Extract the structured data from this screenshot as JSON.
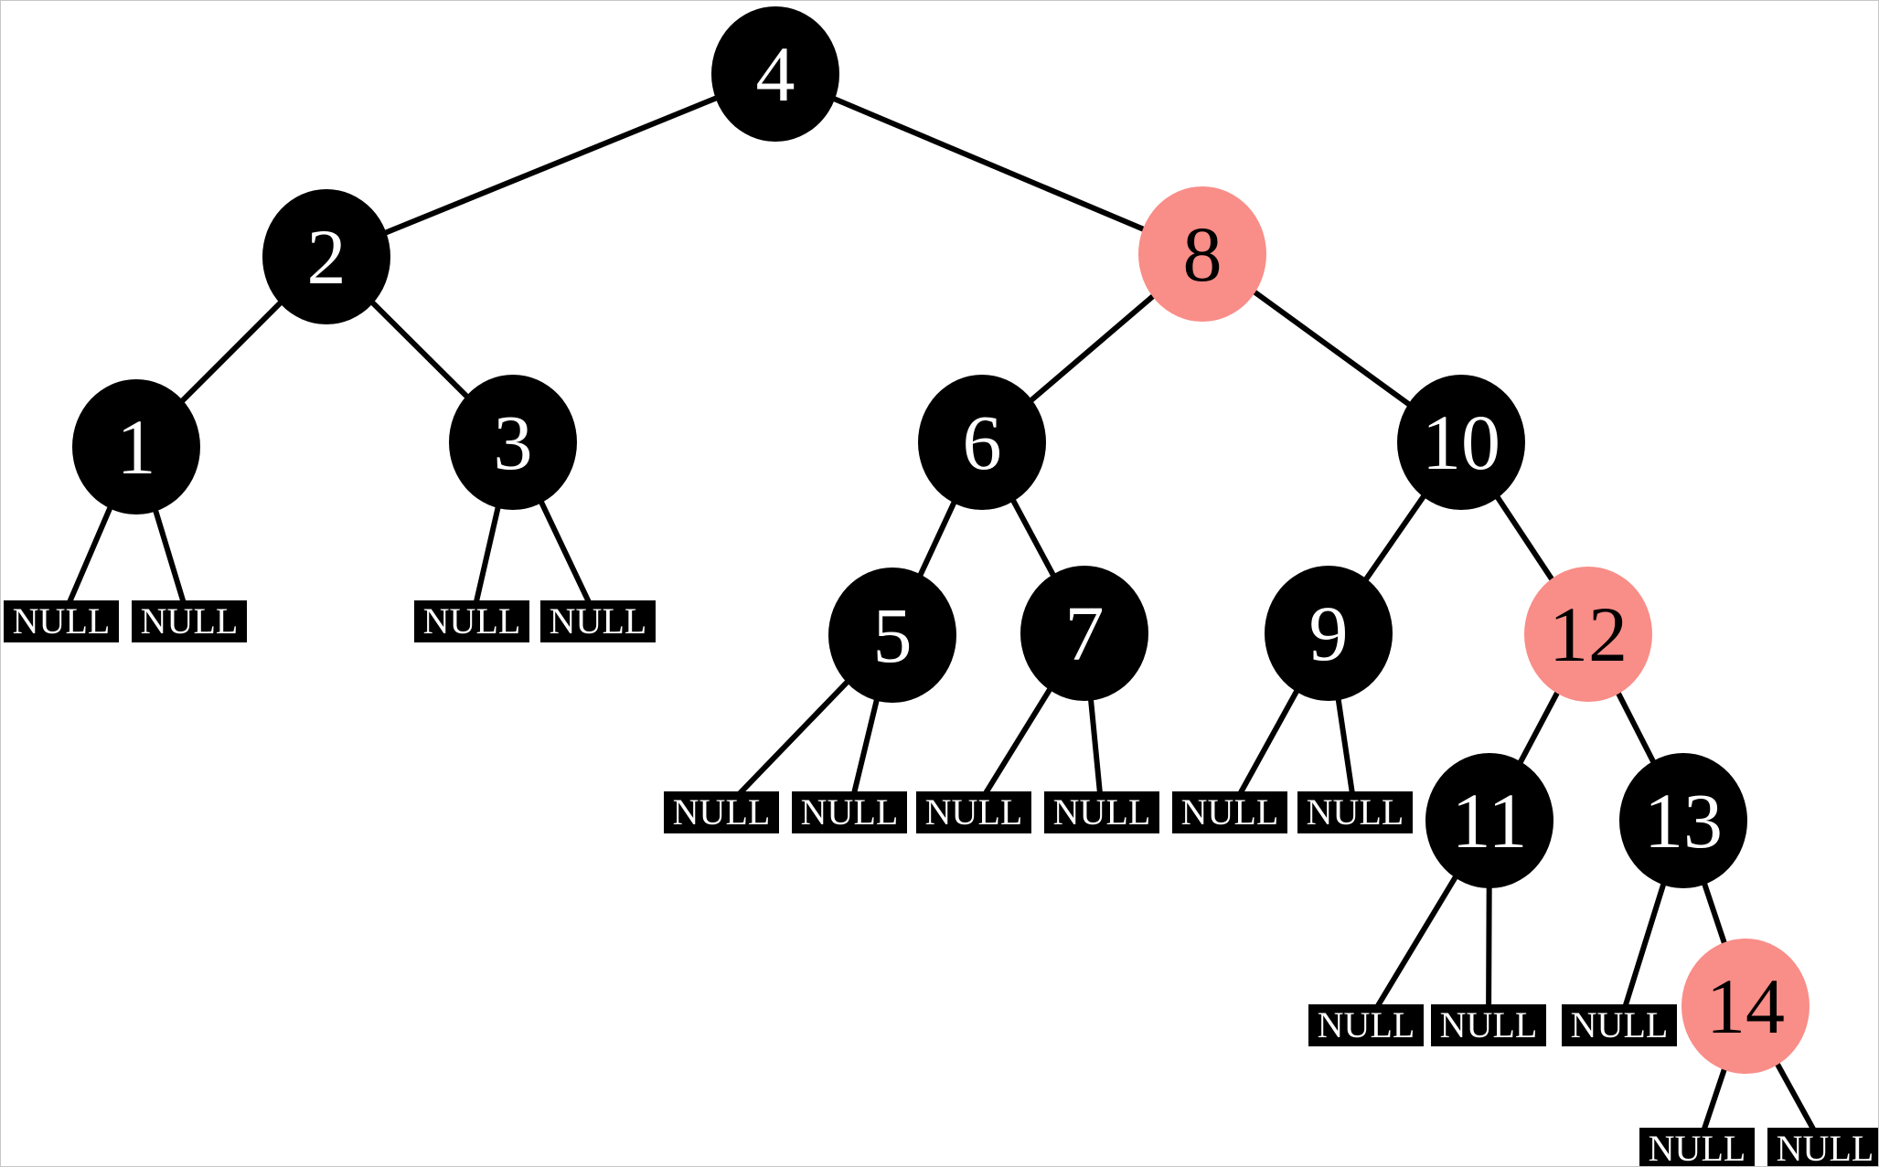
{
  "diagram": {
    "type": "red-black binary search tree",
    "null_label": "NULL",
    "colors": {
      "black_node_fill": "#000000",
      "red_node_fill": "#F98D88",
      "text_on_black": "#FFFFFF",
      "text_on_red": "#000000",
      "edge": "#000000",
      "null_box_fill": "#000000",
      "null_box_text": "#FFFFFF",
      "background": "#FFFFFF",
      "frame_border": "#C6C6C6"
    },
    "nodes": [
      {
        "label": "4",
        "color": "black",
        "children": [
          "2",
          "8"
        ]
      },
      {
        "label": "2",
        "color": "black",
        "children": [
          "1",
          "3"
        ]
      },
      {
        "label": "8",
        "color": "red",
        "children": [
          "6",
          "10"
        ]
      },
      {
        "label": "1",
        "color": "black",
        "children": [
          "NULL",
          "NULL"
        ]
      },
      {
        "label": "3",
        "color": "black",
        "children": [
          "NULL",
          "NULL"
        ]
      },
      {
        "label": "6",
        "color": "black",
        "children": [
          "5",
          "7"
        ]
      },
      {
        "label": "10",
        "color": "black",
        "children": [
          "9",
          "12"
        ]
      },
      {
        "label": "5",
        "color": "black",
        "children": [
          "NULL",
          "NULL"
        ]
      },
      {
        "label": "7",
        "color": "black",
        "children": [
          "NULL",
          "NULL"
        ]
      },
      {
        "label": "9",
        "color": "black",
        "children": [
          "NULL",
          "NULL"
        ]
      },
      {
        "label": "12",
        "color": "red",
        "children": [
          "11",
          "13"
        ]
      },
      {
        "label": "11",
        "color": "black",
        "children": [
          "NULL",
          "NULL"
        ]
      },
      {
        "label": "13",
        "color": "black",
        "children": [
          "NULL",
          "14"
        ]
      },
      {
        "label": "14",
        "color": "red",
        "children": [
          "NULL",
          "NULL"
        ]
      }
    ],
    "edges": [
      [
        "4",
        "2"
      ],
      [
        "4",
        "8"
      ],
      [
        "2",
        "1"
      ],
      [
        "2",
        "3"
      ],
      [
        "8",
        "6"
      ],
      [
        "8",
        "10"
      ],
      [
        "6",
        "5"
      ],
      [
        "6",
        "7"
      ],
      [
        "10",
        "9"
      ],
      [
        "10",
        "12"
      ],
      [
        "12",
        "11"
      ],
      [
        "12",
        "13"
      ],
      [
        "13",
        "14"
      ],
      [
        "1",
        "NULL"
      ],
      [
        "1",
        "NULL"
      ],
      [
        "3",
        "NULL"
      ],
      [
        "3",
        "NULL"
      ],
      [
        "5",
        "NULL"
      ],
      [
        "5",
        "NULL"
      ],
      [
        "7",
        "NULL"
      ],
      [
        "7",
        "NULL"
      ],
      [
        "9",
        "NULL"
      ],
      [
        "9",
        "NULL"
      ],
      [
        "11",
        "NULL"
      ],
      [
        "11",
        "NULL"
      ],
      [
        "13",
        "NULL"
      ],
      [
        "14",
        "NULL"
      ],
      [
        "14",
        "NULL"
      ]
    ]
  }
}
